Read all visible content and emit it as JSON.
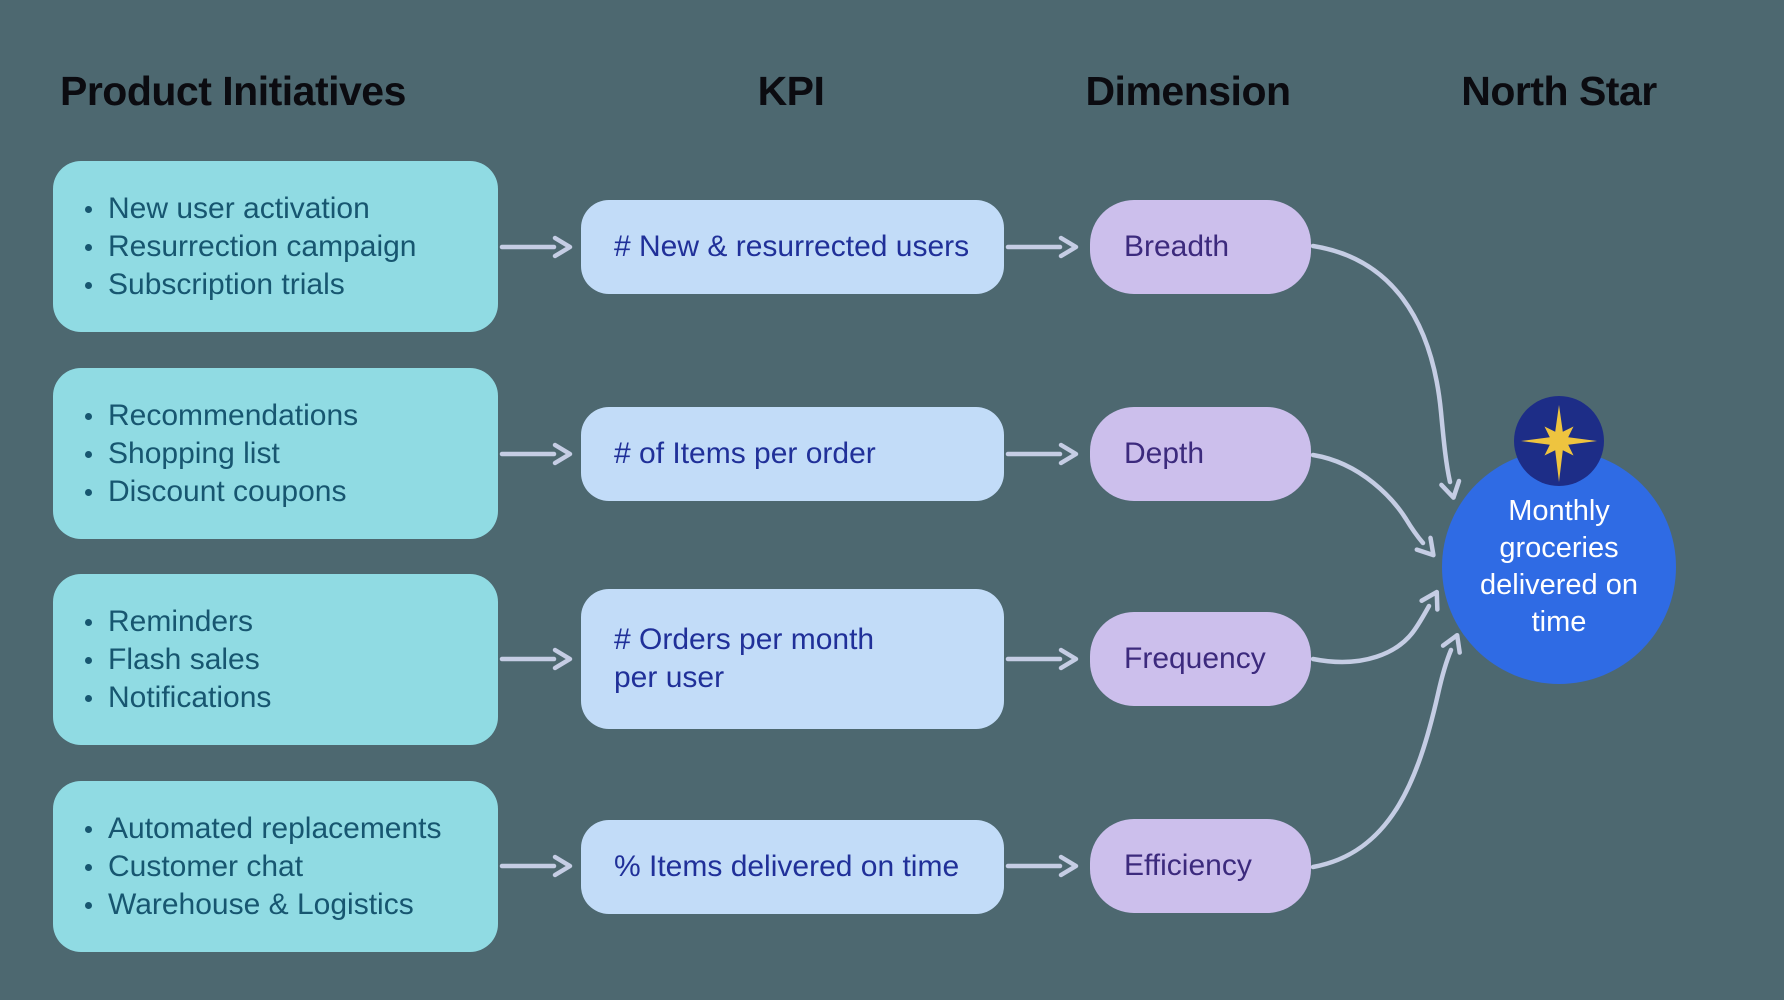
{
  "columns": [
    {
      "label": "Product Initiatives"
    },
    {
      "label": "KPI"
    },
    {
      "label": "Dimension"
    },
    {
      "label": "North Star"
    }
  ],
  "rows": [
    {
      "initiatives": [
        "New user activation",
        "Resurrection campaign",
        "Subscription trials"
      ],
      "kpi": "# New & resurrected users",
      "dimension": "Breadth"
    },
    {
      "initiatives": [
        "Recommendations",
        "Shopping list",
        "Discount coupons"
      ],
      "kpi": "# of Items per order",
      "dimension": "Depth"
    },
    {
      "initiatives": [
        "Reminders",
        "Flash sales",
        "Notifications"
      ],
      "kpi": "# Orders per month\nper user",
      "dimension": "Frequency"
    },
    {
      "initiatives": [
        "Automated replacements",
        "Customer chat",
        "Warehouse & Logistics"
      ],
      "kpi": "% Items delivered on time",
      "dimension": "Efficiency"
    }
  ],
  "north_star": {
    "label": "Monthly groceries delivered on time",
    "icon": "north-star-icon"
  },
  "colors": {
    "background": "#4d6870",
    "initiative_box": "#90dbe3",
    "initiative_text": "#175670",
    "kpi_box": "#c2dcf8",
    "kpi_text": "#203099",
    "dimension_pill": "#ccbfec",
    "dimension_text": "#3c2a7d",
    "arrow": "#c5cde4",
    "north_star_circle": "#2f6be4",
    "north_star_badge": "#1d2d87",
    "north_star_star": "#eec43f",
    "header_text": "#0b0b10",
    "circle_text": "#ffffff"
  }
}
